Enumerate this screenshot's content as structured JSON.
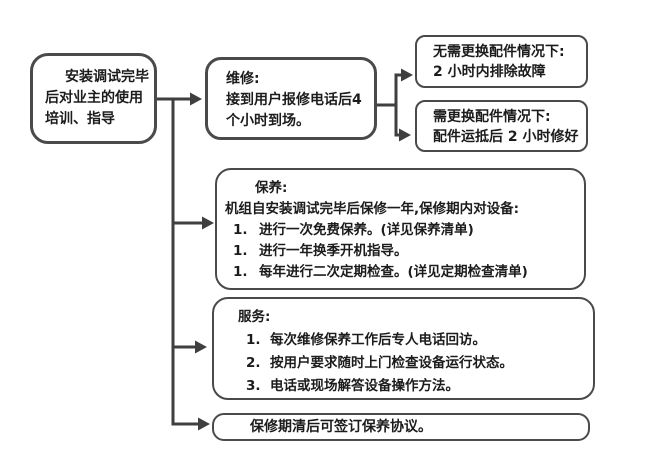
{
  "diagram": {
    "title_implicit": "售后服务流程图",
    "colors": {
      "background": "#ffffff",
      "node_border": "#4a4a4a",
      "connector": "#3f3f3f",
      "text": "#1c1c1c"
    },
    "start": {
      "lines": [
        "安装调试完毕",
        "后对业主的使用",
        "培训、指导"
      ]
    },
    "repair": {
      "lines": [
        "维修:",
        "接到用户报修电话后4",
        "个小时到场。"
      ]
    },
    "no_parts": {
      "lines": [
        "无需更换配件情况下:",
        "2 小时内排除故障"
      ]
    },
    "parts": {
      "lines": [
        "需更换配件情况下:",
        "配件运抵后 2 小时修好"
      ]
    },
    "maintenance": {
      "title": "保养:",
      "intro": "机组自安装调试完毕后保修一年,保修期内对设备:",
      "items": [
        {
          "num": "1.",
          "text": "进行一次免费保养。(详见保养清单)"
        },
        {
          "num": "1.",
          "text": "进行一年换季开机指导。"
        },
        {
          "num": "1.",
          "text": "每年进行二次定期检查。(详见定期检查清单)"
        }
      ]
    },
    "service": {
      "title": "服务:",
      "items": [
        {
          "num": "1.",
          "text": "每次维修保养工作后专人电话回访。"
        },
        {
          "num": "2.",
          "text": "按用户要求随时上门检查设备运行状态。"
        },
        {
          "num": "3.",
          "text": "电话或现场解答设备操作方法。"
        }
      ]
    },
    "agreement": {
      "text": "保修期清后可签订保养协议。"
    }
  }
}
